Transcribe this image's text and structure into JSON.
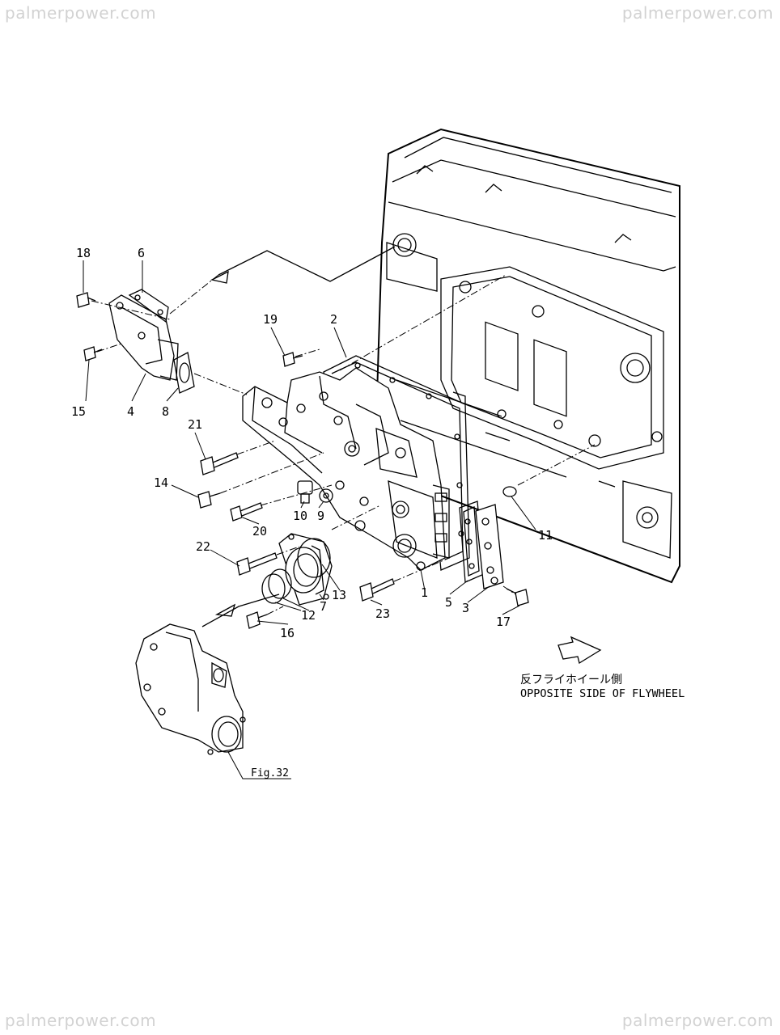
{
  "watermark": {
    "top_left": "palmerpower.com",
    "top_right": "palmerpower.com",
    "bottom_left": "palmerpower.com",
    "bottom_right": "palmerpower.com"
  },
  "callouts": {
    "p1": "1",
    "p2": "2",
    "p3": "3",
    "p4": "4",
    "p5": "5",
    "p6": "6",
    "p7": "7",
    "p8": "8",
    "p9": "9",
    "p10": "10",
    "p11": "11",
    "p12": "12",
    "p13": "13",
    "p14": "14",
    "p15": "15",
    "p16": "16",
    "p17": "17",
    "p18": "18",
    "p19": "19",
    "p20": "20",
    "p21": "21",
    "p22": "22",
    "p23": "23"
  },
  "direction_note": {
    "japanese": "反フライホイール側",
    "english": "OPPOSITE SIDE OF FLYWHEEL"
  },
  "figure_ref": "Fig.32"
}
